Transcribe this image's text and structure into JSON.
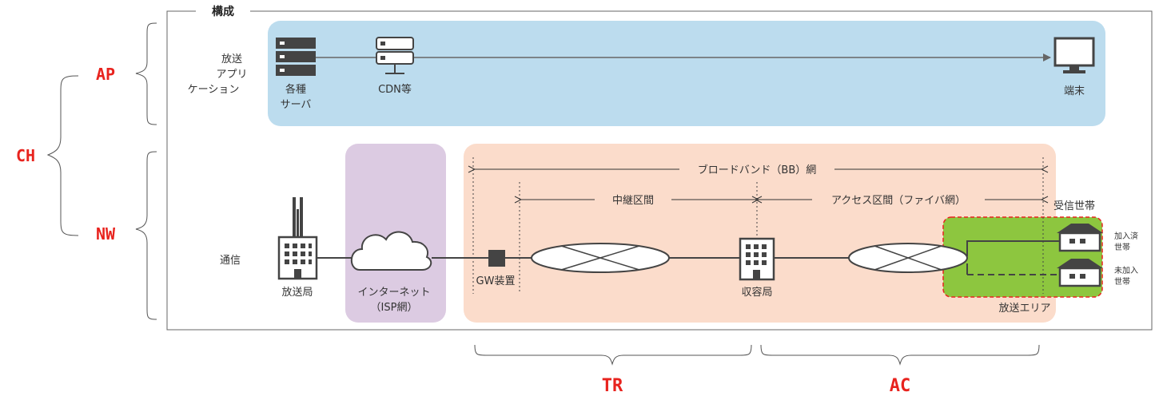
{
  "frame": {
    "title": "構成"
  },
  "layers": {
    "ch": "CH",
    "ap": "AP",
    "nw": "NW",
    "tr": "TR",
    "ac": "AC"
  },
  "rows": {
    "app_line1": "放送",
    "app_line2": "アプリ",
    "app_line3": "ケーション",
    "comm": "通信"
  },
  "app": {
    "servers_line1": "各種",
    "servers_line2": "サーバ",
    "cdn": "CDN等",
    "terminal": "端末"
  },
  "network": {
    "broadcaster": "放送局",
    "internet_line1": "インターネット",
    "internet_line2": "（ISP網）",
    "gateway": "GW装置",
    "exchange": "収容局",
    "broadband": "ブロードバンド（BB）網",
    "relay": "中継区間",
    "access": "アクセス区間（ファイバ網）",
    "receivers": "受信世帯",
    "subscribed_line1": "加入済",
    "subscribed_line2": "世帯",
    "unsubscribed_line1": "未加入",
    "unsubscribed_line2": "世帯",
    "broadcast_area": "放送エリア"
  },
  "colors": {
    "app_band": "#bcdcee",
    "isp_band": "#dccbe2",
    "bb_band": "#fbdccb",
    "area_fill": "#8dc63f",
    "area_border": "#e8231e",
    "red_text": "#e8231e"
  }
}
